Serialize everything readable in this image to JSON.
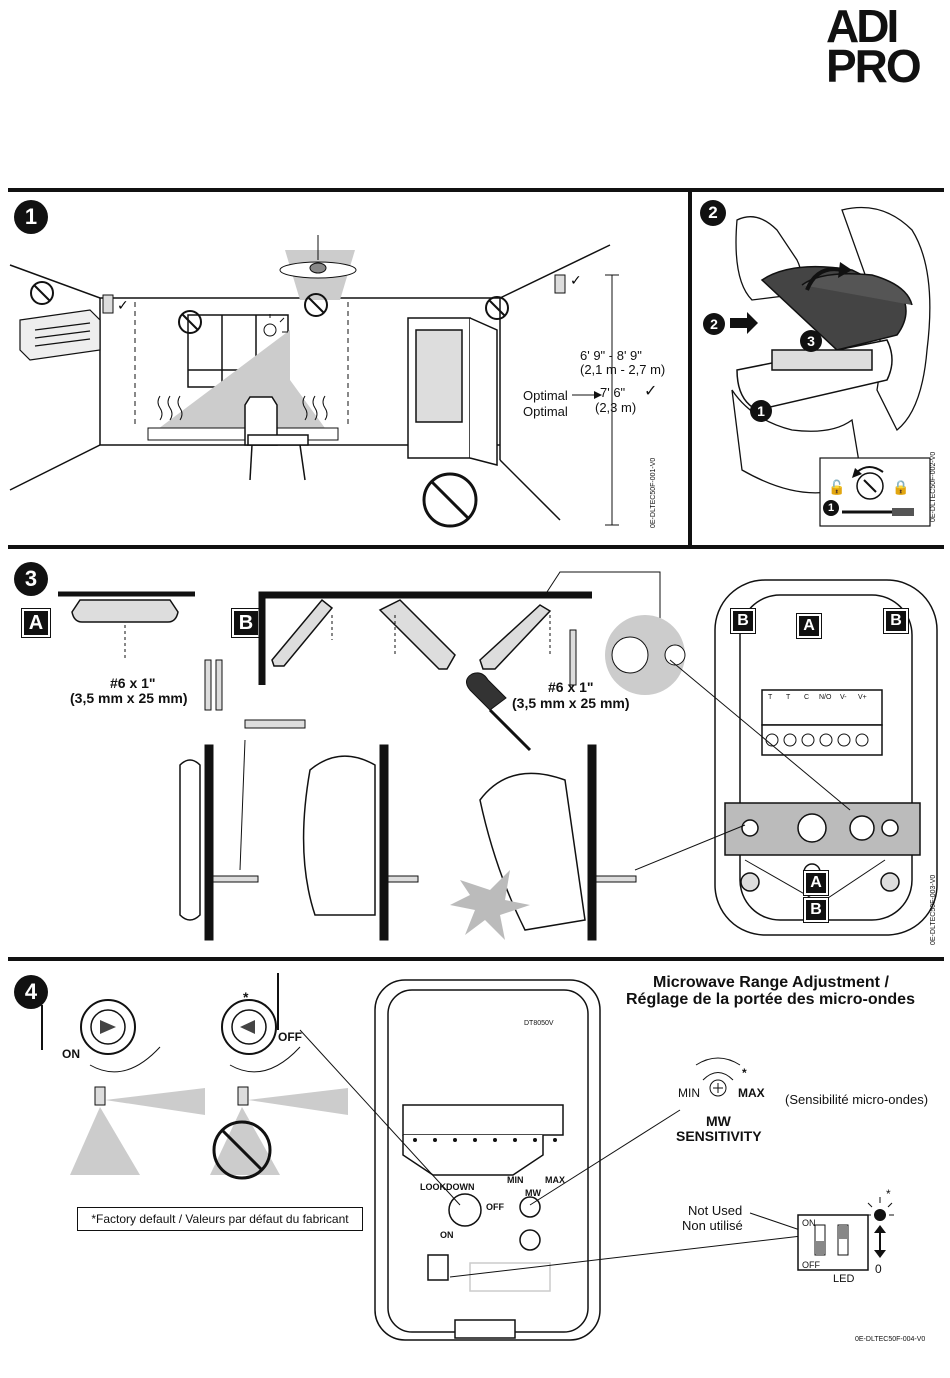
{
  "logo": {
    "line1": "ADI",
    "line2": "PRO"
  },
  "step1": {
    "number": "1",
    "height_range": "6' 9\" - 8' 9\"",
    "height_range_metric": "(2,1 m - 2,7 m)",
    "optimal_en": "Optimal",
    "optimal_value": "7' 6\"",
    "optimal_fr": "Optimal",
    "optimal_metric": "(2,3 m)",
    "code": "0E-DLTEC50F-001-V0"
  },
  "step2": {
    "number": "2",
    "callouts": [
      "1",
      "2",
      "3"
    ],
    "inset_callout": "1",
    "code": "0E-DLTEC50F-002-V0"
  },
  "step3": {
    "number": "3",
    "label_a": "A",
    "label_b": "B",
    "screw_a": "#6 x 1\"",
    "screw_a_metric": "(3,5 mm x 25 mm)",
    "screw_b": "#6 x 1\"",
    "screw_b_metric": "(3,5 mm x 25 mm)",
    "terminals": [
      "T",
      "T",
      "C",
      "N/O",
      "V-",
      "V+"
    ],
    "code": "0E-DLTEC50F-003-V0"
  },
  "step4": {
    "number": "4",
    "title_en": "Microwave Range Adjustment /",
    "title_fr": "Réglage de la portée des micro-ondes",
    "on": "ON",
    "off": "OFF",
    "asterisk": "*",
    "model": "DT8050V",
    "lookdown": "LOOKDOWN",
    "min": "MIN",
    "max": "MAX",
    "mw": "MW",
    "mw_sensitivity_line1": "MW",
    "mw_sensitivity_line2": "SENSITIVITY",
    "sens_fr": "(Sensibilité micro-ondes)",
    "not_used_en": "Not Used",
    "not_used_fr": "Non utilisé",
    "switch_on": "ON",
    "switch_off": "OFF",
    "led": "LED",
    "zero": "0",
    "factory_default": "*Factory default / Valeurs par défaut du fabricant",
    "code": "0E-DLTEC50F-004-V0"
  }
}
